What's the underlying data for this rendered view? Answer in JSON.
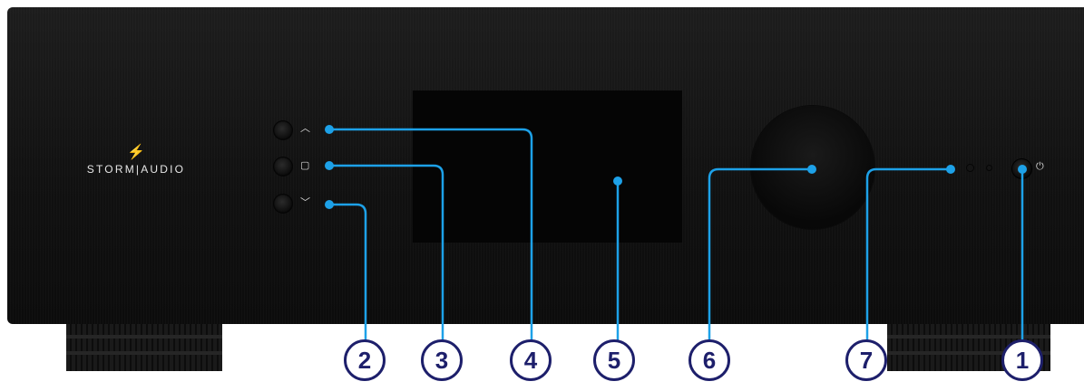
{
  "logo": {
    "symbol": "⚡",
    "brand": "STORM|AUDIO"
  },
  "buttons": {
    "up_glyph": "︿",
    "select_glyph": "▢",
    "down_glyph": "﹀",
    "power_glyph": "⏻"
  },
  "callouts": [
    {
      "number": "2",
      "target": "down-button"
    },
    {
      "number": "3",
      "target": "select-button"
    },
    {
      "number": "4",
      "target": "up-button"
    },
    {
      "number": "5",
      "target": "display-screen"
    },
    {
      "number": "6",
      "target": "volume-knob"
    },
    {
      "number": "7",
      "target": "status-leds"
    },
    {
      "number": "1",
      "target": "power-button"
    }
  ],
  "colors": {
    "line": "#1da1e8",
    "circle": "#1d1f6b",
    "panel": "#121212"
  }
}
